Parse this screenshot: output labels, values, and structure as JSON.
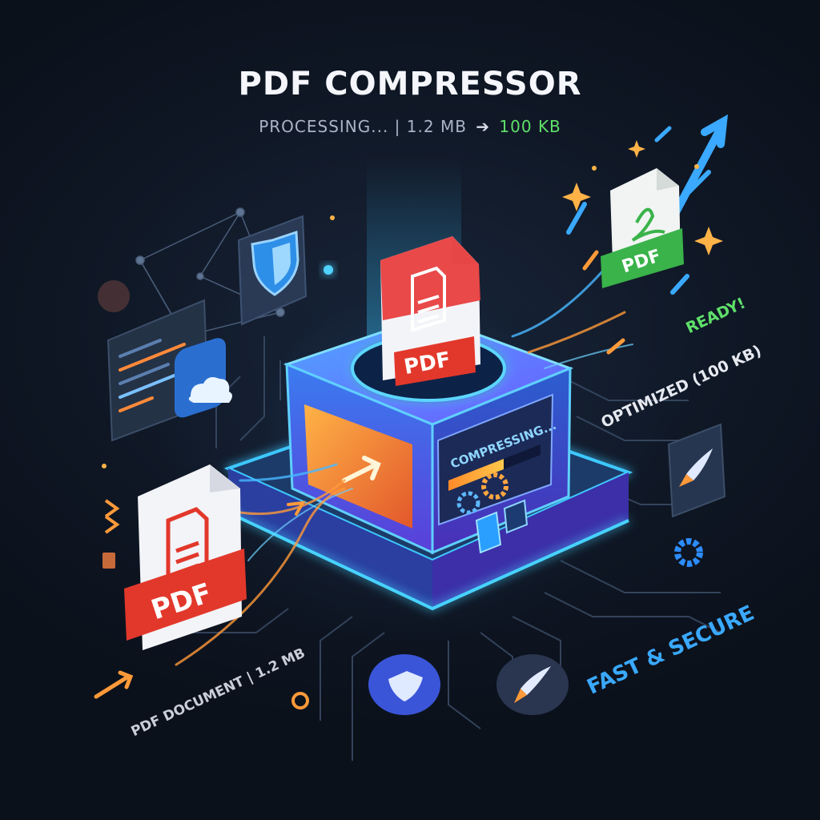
{
  "header": {
    "title": "PDF COMPRESSOR",
    "status_prefix": "PROCESSING... | 1.2 MB",
    "status_arrow": "➔",
    "status_result": "100 KB"
  },
  "input_file": {
    "badge": "PDF",
    "caption": "PDF DOCUMENT | 1.2 MB"
  },
  "processing_file": {
    "badge": "PDF"
  },
  "output_file": {
    "badge": "PDF"
  },
  "machine": {
    "screen_label": "COMPRESSING...",
    "progress": 0.6
  },
  "labels": {
    "ready": "READY!",
    "optimized": "OPTIMIZED (100 KB)",
    "fast_secure": "FAST & SECURE"
  },
  "colors": {
    "accent_blue": "#2fb6ff",
    "accent_purple": "#7a4dff",
    "pdf_red": "#e2382b",
    "ready_green": "#5fe06a",
    "orange": "#ff9a2e"
  },
  "icons": [
    "shield-icon",
    "cloud-icon",
    "rocket-icon",
    "gear-icon",
    "document-icon",
    "sparkle-icon",
    "network-icon"
  ]
}
